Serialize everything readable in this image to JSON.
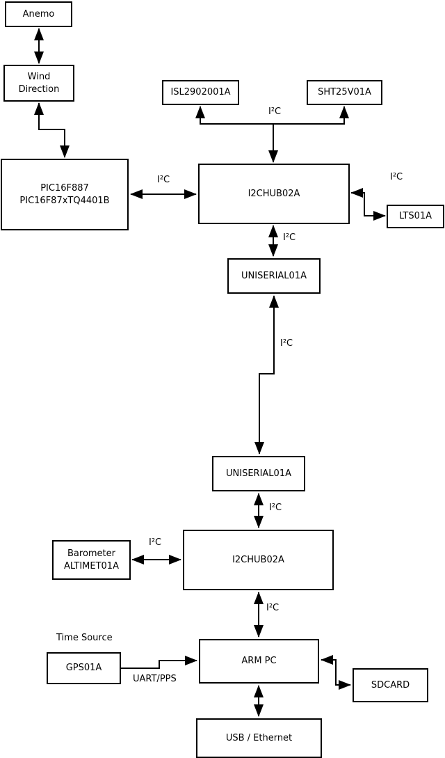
{
  "diagram_type": "hardware-block-diagram",
  "colors": {
    "background": "#ffffff",
    "line": "#000000",
    "text": "#000000"
  },
  "nodes": {
    "anemo": {
      "label": "Anemo"
    },
    "wind_direction": {
      "line1": "Wind",
      "line2": "Direction"
    },
    "pic": {
      "line1": "PIC16F887",
      "line2": "PIC16F87xTQ4401B"
    },
    "isl": {
      "label": "ISL2902001A"
    },
    "sht": {
      "label": "SHT25V01A"
    },
    "i2c_hub_top": {
      "label": "I2CHUB02A"
    },
    "lts": {
      "label": "LTS01A"
    },
    "uniserial_top": {
      "label": "UNISERIAL01A"
    },
    "uniserial_bottom": {
      "label": "UNISERIAL01A"
    },
    "i2c_hub_bottom": {
      "label": "I2CHUB02A"
    },
    "barometer": {
      "line1": "Barometer",
      "line2": "ALTIMET01A"
    },
    "gps": {
      "label": "GPS01A"
    },
    "arm_pc": {
      "label": "ARM PC"
    },
    "sdcard": {
      "label": "SDCARD"
    },
    "usb_ethernet": {
      "label": "USB / Ethernet"
    }
  },
  "edge_labels": {
    "i2c_isl_sht": "I²C",
    "i2c_pic_hub": "I²C",
    "i2c_hub_lts": "I²C",
    "i2c_hub_uniserial": "I²C",
    "i2c_uniserial_link": "I²C",
    "i2c_uniserial_hub2": "I²C",
    "i2c_barometer_hub2": "I²C",
    "i2c_hub2_armpc": "I²C",
    "time_source": "Time Source",
    "uart_pps": "UART/PPS"
  }
}
